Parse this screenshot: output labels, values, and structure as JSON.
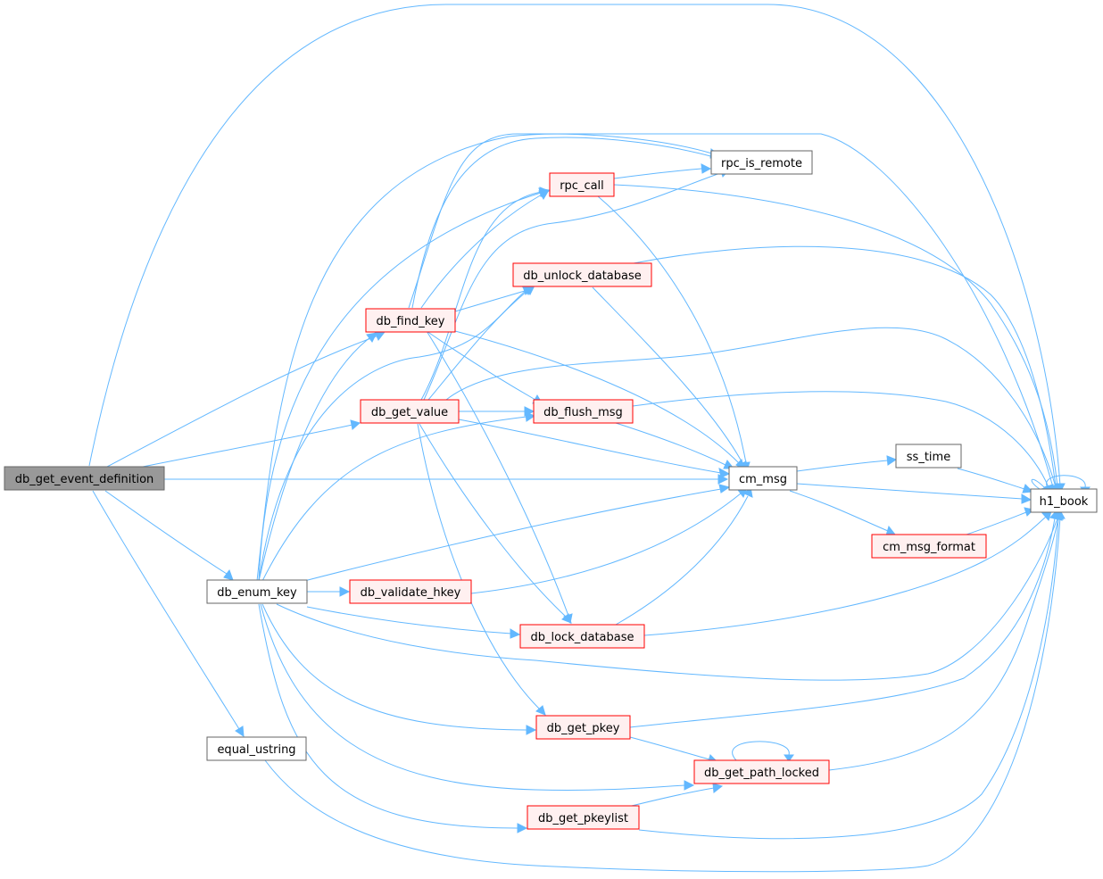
{
  "diagram": {
    "nodes": [
      {
        "id": "db_get_event_definition",
        "label": "db_get_event_definition",
        "style": "selected"
      },
      {
        "id": "db_enum_key",
        "label": "db_enum_key",
        "style": "plain"
      },
      {
        "id": "equal_ustring",
        "label": "equal_ustring",
        "style": "plain"
      },
      {
        "id": "db_find_key",
        "label": "db_find_key",
        "style": "red"
      },
      {
        "id": "db_get_value",
        "label": "db_get_value",
        "style": "red"
      },
      {
        "id": "db_validate_hkey",
        "label": "db_validate_hkey",
        "style": "red"
      },
      {
        "id": "rpc_call",
        "label": "rpc_call",
        "style": "red"
      },
      {
        "id": "db_unlock_database",
        "label": "db_unlock_database",
        "style": "red"
      },
      {
        "id": "db_flush_msg",
        "label": "db_flush_msg",
        "style": "red"
      },
      {
        "id": "db_lock_database",
        "label": "db_lock_database",
        "style": "red"
      },
      {
        "id": "db_get_pkey",
        "label": "db_get_pkey",
        "style": "red"
      },
      {
        "id": "db_get_pkeylist",
        "label": "db_get_pkeylist",
        "style": "red"
      },
      {
        "id": "rpc_is_remote",
        "label": "rpc_is_remote",
        "style": "plain"
      },
      {
        "id": "cm_msg",
        "label": "cm_msg",
        "style": "plain"
      },
      {
        "id": "db_get_path_locked",
        "label": "db_get_path_locked",
        "style": "red"
      },
      {
        "id": "ss_time",
        "label": "ss_time",
        "style": "plain"
      },
      {
        "id": "cm_msg_format",
        "label": "cm_msg_format",
        "style": "red"
      },
      {
        "id": "h1_book",
        "label": "h1_book",
        "style": "plain"
      }
    ],
    "edges": [
      {
        "from": "db_get_event_definition",
        "to": "h1_book"
      },
      {
        "from": "db_get_event_definition",
        "to": "db_find_key"
      },
      {
        "from": "db_get_event_definition",
        "to": "db_get_value"
      },
      {
        "from": "db_get_event_definition",
        "to": "cm_msg"
      },
      {
        "from": "db_get_event_definition",
        "to": "db_enum_key"
      },
      {
        "from": "db_get_event_definition",
        "to": "equal_ustring"
      },
      {
        "from": "db_enum_key",
        "to": "rpc_is_remote"
      },
      {
        "from": "db_enum_key",
        "to": "rpc_call"
      },
      {
        "from": "db_enum_key",
        "to": "db_find_key"
      },
      {
        "from": "db_enum_key",
        "to": "db_unlock_database"
      },
      {
        "from": "db_enum_key",
        "to": "db_flush_msg"
      },
      {
        "from": "db_enum_key",
        "to": "cm_msg"
      },
      {
        "from": "db_enum_key",
        "to": "db_validate_hkey"
      },
      {
        "from": "db_enum_key",
        "to": "db_lock_database"
      },
      {
        "from": "db_enum_key",
        "to": "h1_book"
      },
      {
        "from": "db_enum_key",
        "to": "db_get_pkey"
      },
      {
        "from": "db_enum_key",
        "to": "db_get_path_locked"
      },
      {
        "from": "db_enum_key",
        "to": "db_get_pkeylist"
      },
      {
        "from": "equal_ustring",
        "to": "h1_book"
      },
      {
        "from": "db_find_key",
        "to": "rpc_is_remote"
      },
      {
        "from": "db_find_key",
        "to": "rpc_call"
      },
      {
        "from": "db_find_key",
        "to": "db_unlock_database"
      },
      {
        "from": "db_find_key",
        "to": "db_flush_msg"
      },
      {
        "from": "db_find_key",
        "to": "cm_msg"
      },
      {
        "from": "db_find_key",
        "to": "db_lock_database"
      },
      {
        "from": "db_find_key",
        "to": "h1_book"
      },
      {
        "from": "db_get_value",
        "to": "rpc_is_remote"
      },
      {
        "from": "db_get_value",
        "to": "rpc_call"
      },
      {
        "from": "db_get_value",
        "to": "db_unlock_database"
      },
      {
        "from": "db_get_value",
        "to": "db_flush_msg"
      },
      {
        "from": "db_get_value",
        "to": "cm_msg"
      },
      {
        "from": "db_get_value",
        "to": "db_lock_database"
      },
      {
        "from": "db_get_value",
        "to": "db_get_pkey"
      },
      {
        "from": "db_get_value",
        "to": "h1_book"
      },
      {
        "from": "db_validate_hkey",
        "to": "cm_msg"
      },
      {
        "from": "rpc_call",
        "to": "rpc_is_remote"
      },
      {
        "from": "rpc_call",
        "to": "cm_msg"
      },
      {
        "from": "rpc_call",
        "to": "h1_book"
      },
      {
        "from": "db_unlock_database",
        "to": "cm_msg"
      },
      {
        "from": "db_unlock_database",
        "to": "h1_book"
      },
      {
        "from": "db_flush_msg",
        "to": "cm_msg"
      },
      {
        "from": "db_flush_msg",
        "to": "h1_book"
      },
      {
        "from": "db_lock_database",
        "to": "cm_msg"
      },
      {
        "from": "db_lock_database",
        "to": "h1_book"
      },
      {
        "from": "db_get_pkey",
        "to": "db_get_path_locked"
      },
      {
        "from": "db_get_pkey",
        "to": "h1_book"
      },
      {
        "from": "db_get_pkeylist",
        "to": "db_get_path_locked"
      },
      {
        "from": "db_get_pkeylist",
        "to": "h1_book"
      },
      {
        "from": "db_get_path_locked",
        "to": "db_get_path_locked"
      },
      {
        "from": "db_get_path_locked",
        "to": "h1_book"
      },
      {
        "from": "cm_msg",
        "to": "ss_time"
      },
      {
        "from": "cm_msg",
        "to": "cm_msg_format"
      },
      {
        "from": "cm_msg",
        "to": "h1_book"
      },
      {
        "from": "ss_time",
        "to": "h1_book"
      },
      {
        "from": "cm_msg_format",
        "to": "h1_book"
      },
      {
        "from": "h1_book",
        "to": "h1_book"
      }
    ]
  }
}
